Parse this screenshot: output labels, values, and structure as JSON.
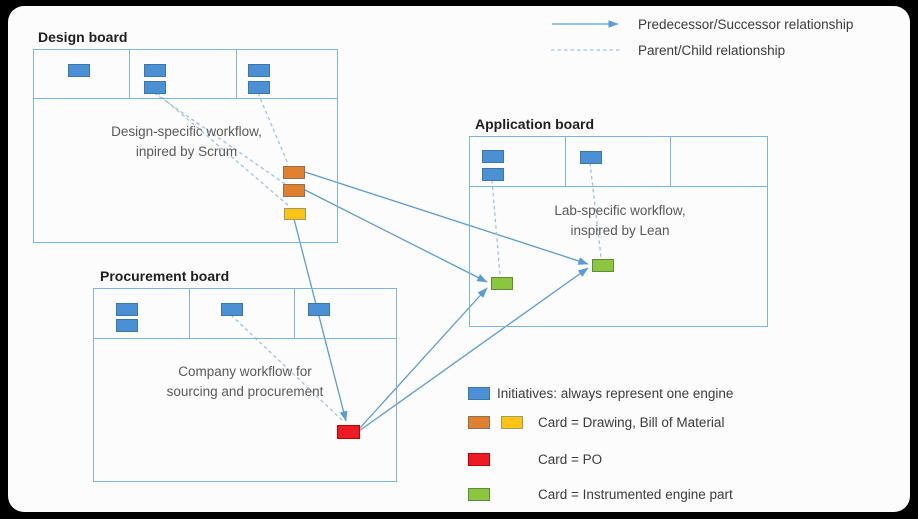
{
  "colors": {
    "blue": "#4A90D2",
    "blue_border": "#3B77AD",
    "orange": "#E1812F",
    "orange_border": "#8C7156",
    "yellow": "#FFC313",
    "yellow_border": "#9B9B6B",
    "red": "#ED1C24",
    "red_border": "#C00000",
    "green": "#8CC63F",
    "green_border": "#5E8A3C",
    "line": "#5B9BD5",
    "dashed": "#9CC2E5",
    "board_border": "#7EB2E0",
    "title_text": "#1F1F1F",
    "body_text": "#595959",
    "legend_text": "#3B3B3B",
    "frame": "#000000",
    "sheet": "#FCFCFC"
  },
  "relationship_legend": {
    "predecessor_label": "Predecessor/Successor relationship",
    "parent_child_label": "Parent/Child relationship"
  },
  "boards": {
    "design": {
      "title": "Design board",
      "workflow_line1": "Design-specific workflow,",
      "workflow_line2": "inpired by Scrum"
    },
    "application": {
      "title": "Application board",
      "workflow_line1": "Lab-specific workflow,",
      "workflow_line2": "inspired by Lean"
    },
    "procurement": {
      "title": "Procurement board",
      "workflow_line1": "Company workflow for",
      "workflow_line2": "sourcing and procurement"
    }
  },
  "card_legend": {
    "initiatives_label": "Initiatives: always represent one engine",
    "drawing_label": "Card = Drawing, Bill of Material",
    "po_label": "Card = PO",
    "engine_part_label": "Card = Instrumented engine part"
  }
}
